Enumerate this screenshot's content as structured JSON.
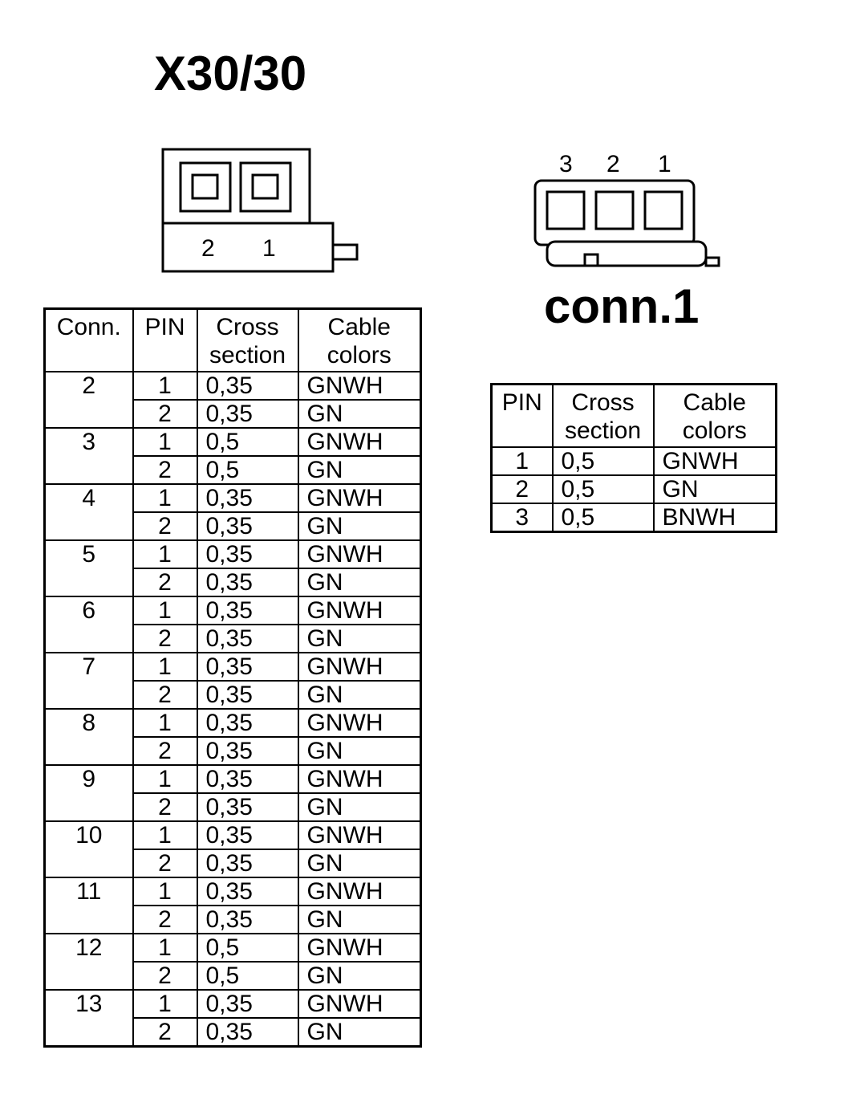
{
  "title_main": "X30/30",
  "title_conn": "conn.1",
  "x30_pin_labels": [
    "2",
    "1"
  ],
  "conn1_pin_labels": [
    "3",
    "2",
    "1"
  ],
  "main_table": {
    "headers": [
      "Conn.",
      "PIN",
      "Cross section",
      "Cable colors"
    ],
    "groups": [
      {
        "conn": "2",
        "rows": [
          [
            "1",
            "0,35",
            "GNWH"
          ],
          [
            "2",
            "0,35",
            "GN"
          ]
        ]
      },
      {
        "conn": "3",
        "rows": [
          [
            "1",
            "0,5",
            "GNWH"
          ],
          [
            "2",
            "0,5",
            "GN"
          ]
        ]
      },
      {
        "conn": "4",
        "rows": [
          [
            "1",
            "0,35",
            "GNWH"
          ],
          [
            "2",
            "0,35",
            "GN"
          ]
        ]
      },
      {
        "conn": "5",
        "rows": [
          [
            "1",
            "0,35",
            "GNWH"
          ],
          [
            "2",
            "0,35",
            "GN"
          ]
        ]
      },
      {
        "conn": "6",
        "rows": [
          [
            "1",
            "0,35",
            "GNWH"
          ],
          [
            "2",
            "0,35",
            "GN"
          ]
        ]
      },
      {
        "conn": "7",
        "rows": [
          [
            "1",
            "0,35",
            "GNWH"
          ],
          [
            "2",
            "0,35",
            "GN"
          ]
        ]
      },
      {
        "conn": "8",
        "rows": [
          [
            "1",
            "0,35",
            "GNWH"
          ],
          [
            "2",
            "0,35",
            "GN"
          ]
        ]
      },
      {
        "conn": "9",
        "rows": [
          [
            "1",
            "0,35",
            "GNWH"
          ],
          [
            "2",
            "0,35",
            "GN"
          ]
        ]
      },
      {
        "conn": "10",
        "rows": [
          [
            "1",
            "0,35",
            "GNWH"
          ],
          [
            "2",
            "0,35",
            "GN"
          ]
        ]
      },
      {
        "conn": "11",
        "rows": [
          [
            "1",
            "0,35",
            "GNWH"
          ],
          [
            "2",
            "0,35",
            "GN"
          ]
        ]
      },
      {
        "conn": "12",
        "rows": [
          [
            "1",
            "0,5",
            "GNWH"
          ],
          [
            "2",
            "0,5",
            "GN"
          ]
        ]
      },
      {
        "conn": "13",
        "rows": [
          [
            "1",
            "0,35",
            "GNWH"
          ],
          [
            "2",
            "0,35",
            "GN"
          ]
        ]
      }
    ]
  },
  "conn1_table": {
    "headers": [
      "PIN",
      "Cross section",
      "Cable colors"
    ],
    "rows": [
      [
        "1",
        "0,5",
        "GNWH"
      ],
      [
        "2",
        "0,5",
        "GN"
      ],
      [
        "3",
        "0,5",
        "BNWH"
      ]
    ]
  }
}
